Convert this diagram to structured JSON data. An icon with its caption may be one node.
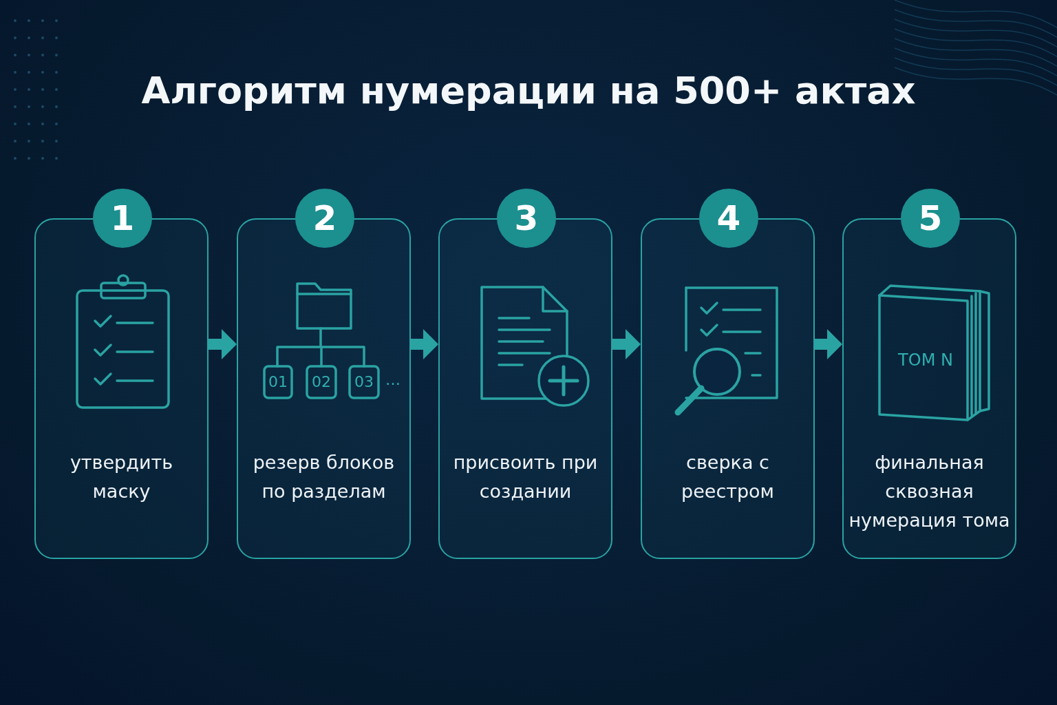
{
  "diagram": {
    "title": "Алгоритм нумерации на 500+ актах",
    "nodes": [
      {
        "text": [
          "1",
          "утвердить маску"
        ]
      },
      {
        "text": [
          "2",
          "резерв блоков по разделам"
        ]
      },
      {
        "text": [
          "3",
          "присвоить при создании"
        ]
      },
      {
        "text": [
          "4",
          "сверка с реестром"
        ]
      },
      {
        "text": [
          "5",
          "финальная сквозная нумерация тома"
        ]
      }
    ],
    "edges": [
      {
        "from": 0,
        "to": 1,
        "arrow": "to"
      },
      {
        "from": 1,
        "to": 2,
        "arrow": "to"
      },
      {
        "from": 2,
        "to": 3,
        "arrow": "to"
      },
      {
        "from": 3,
        "to": 4,
        "arrow": "to"
      }
    ],
    "labels": [
      "01",
      "02",
      "03",
      "…",
      "ТОМ N"
    ]
  }
}
